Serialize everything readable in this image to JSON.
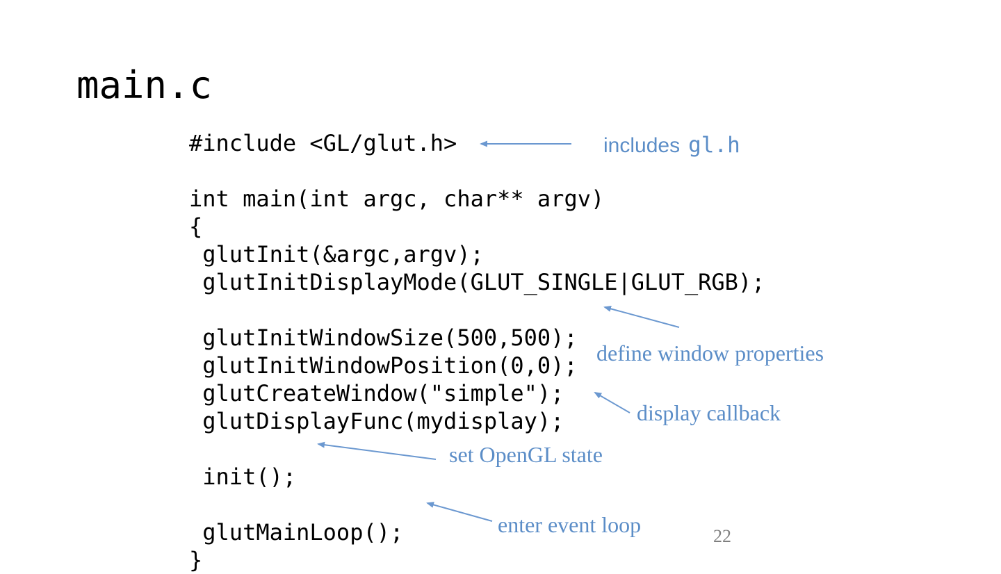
{
  "slide": {
    "title": "main.c",
    "code": "#include <GL/glut.h>\n\nint main(int argc, char** argv)\n{\n glutInit(&argc,argv);\n glutInitDisplayMode(GLUT_SINGLE|GLUT_RGB);\n\n glutInitWindowSize(500,500);\n glutInitWindowPosition(0,0);\n glutCreateWindow(\"simple\");\n glutDisplayFunc(mydisplay);\n\n init();\n\n glutMainLoop();\n}",
    "annotations": {
      "includes": {
        "label": "includes",
        "code_ref": "gl.h"
      },
      "window_properties": {
        "label": "define window properties"
      },
      "display_callback": {
        "label": "display callback"
      },
      "opengl_state": {
        "label": "set OpenGL state"
      },
      "event_loop": {
        "label": "enter event loop"
      }
    },
    "page_number": "22",
    "colors": {
      "annotation_text_blue": "#5b8dc7",
      "arrow_blue": "#6b98d0",
      "code_text": "#000000",
      "page_number_gray": "#7f7f7f",
      "background": "#ffffff"
    }
  }
}
